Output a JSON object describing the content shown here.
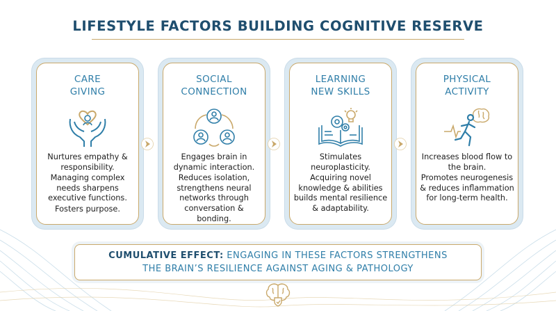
{
  "title": "LIFESTYLE FACTORS BUILDING COGNITIVE RESERVE",
  "cards": [
    {
      "title_lines": [
        "CARE",
        "GIVING"
      ],
      "icon": "heart-in-hands-icon",
      "paragraphs": [
        "Nurtures empathy & responsibility.",
        "Managing complex needs sharpens executive functions.",
        "Fosters purpose."
      ]
    },
    {
      "title_lines": [
        "SOCIAL",
        "CONNECTION"
      ],
      "icon": "people-network-icon",
      "paragraphs": [
        "Engages brain in dynamic interaction.",
        "Reduces isolation, strengthens neural networks through conversation & bonding."
      ]
    },
    {
      "title_lines": [
        "LEARNING",
        "NEW SKILLS"
      ],
      "icon": "book-gears-lightbulb-icon",
      "paragraphs": [
        "Stimulates neuroplasticity.",
        "Acquiring novel knowledge & abilities builds mental resilience & adaptability."
      ]
    },
    {
      "title_lines": [
        "PHYSICAL",
        "ACTIVITY"
      ],
      "icon": "runner-brain-icon",
      "paragraphs": [
        "Increases blood flow to the brain.",
        "Promotes neurogenesis & reduces inflammation for long-term health."
      ]
    }
  ],
  "effect": {
    "lead": "CUMULATIVE EFFECT:",
    "line1_rest": " ENGAGING IN THESE FACTORS STRENGTHENS",
    "line2": "THE BRAIN’S RESILIENCE AGAINST AGING & PATHOLOGY"
  },
  "colors": {
    "navy": "#1f4e6e",
    "blue": "#2f7ea8",
    "gold": "#c9a86a",
    "card_frame": "#dbe9f2"
  },
  "footer_icon": "brain-shield-icon"
}
